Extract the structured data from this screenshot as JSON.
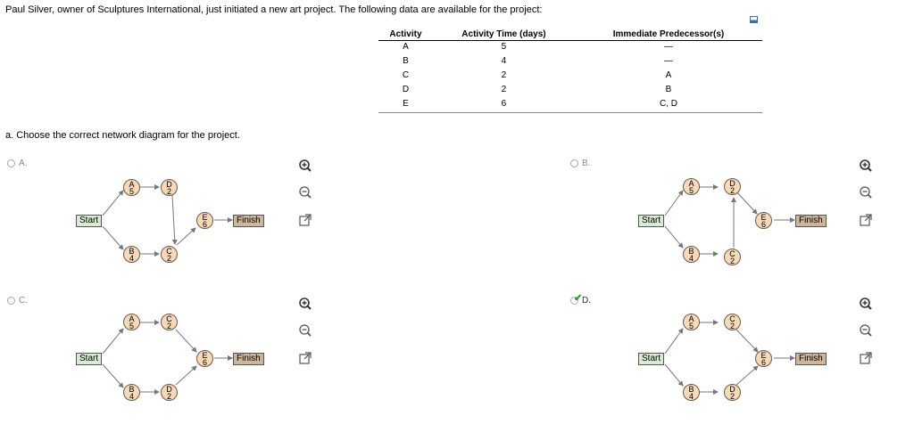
{
  "intro": "Paul Silver, owner of Sculptures International, just initiated a new art project. The following data are available for the project:",
  "table": {
    "headers": [
      "Activity",
      "Activity Time (days)",
      "Immediate Predecessor(s)"
    ],
    "rows": [
      [
        "A",
        "5",
        "—"
      ],
      [
        "B",
        "4",
        "—"
      ],
      [
        "C",
        "2",
        "A"
      ],
      [
        "D",
        "2",
        "B"
      ],
      [
        "E",
        "6",
        "C, D"
      ]
    ]
  },
  "question": "a. Choose the correct network diagram for the project.",
  "options": [
    {
      "letter": "A.",
      "selected": false,
      "nodes": {
        "top1": [
          "A",
          "5"
        ],
        "top2": [
          "D",
          "2"
        ],
        "bot1": [
          "B",
          "4"
        ],
        "bot2": [
          "C",
          "2"
        ],
        "end": [
          "E",
          "6"
        ]
      },
      "start": "Start",
      "finish": "Finish"
    },
    {
      "letter": "B.",
      "selected": false,
      "nodes": {
        "top1": [
          "A",
          "5"
        ],
        "top2": [
          "D",
          "2"
        ],
        "bot1": [
          "B",
          "4"
        ],
        "bot2": [
          "C",
          "2"
        ],
        "end": [
          "E",
          "6"
        ]
      },
      "start": "Start",
      "finish": "Finish"
    },
    {
      "letter": "C.",
      "selected": false,
      "nodes": {
        "top1": [
          "A",
          "5"
        ],
        "top2": [
          "C",
          "2"
        ],
        "bot1": [
          "B",
          "4"
        ],
        "bot2": [
          "D",
          "2"
        ],
        "end": [
          "E",
          "6"
        ]
      },
      "start": "Start",
      "finish": "Finish"
    },
    {
      "letter": "D.",
      "selected": true,
      "nodes": {
        "top1": [
          "A",
          "5"
        ],
        "top2": [
          "C",
          "2"
        ],
        "bot1": [
          "B",
          "4"
        ],
        "bot2": [
          "D",
          "2"
        ],
        "end": [
          "E",
          "6"
        ]
      },
      "start": "Start",
      "finish": "Finish"
    }
  ],
  "colors": {
    "node_fill": "#f6d9b8",
    "start_fill": "#d7ecd2",
    "finish_fill": "#cdb79a",
    "check": "#1a9c2a"
  },
  "tool_icons": [
    "zoom-in-icon",
    "zoom-out-icon",
    "open-external-icon"
  ]
}
